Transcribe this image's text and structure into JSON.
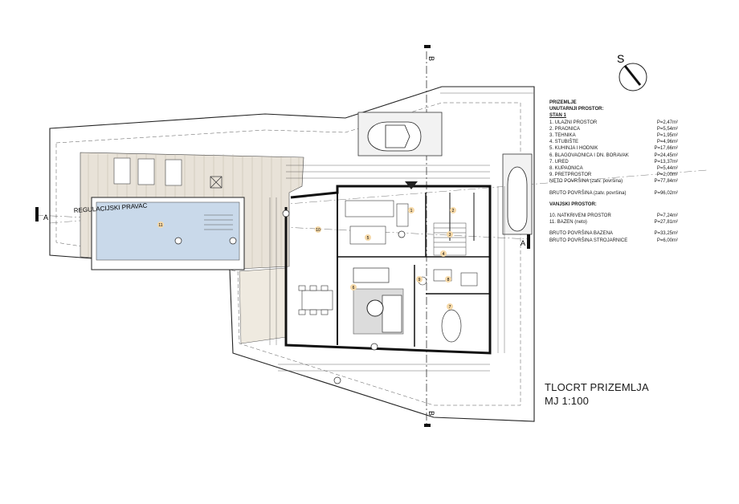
{
  "north_arrow": {
    "label": "S"
  },
  "sections": {
    "a_left": "A",
    "a_right": "A",
    "b_top": "B",
    "b_bottom": "B"
  },
  "plan_labels": {
    "regulation_line": "REGULACIJSKI PRAVAC"
  },
  "rooms": [
    {
      "number": "1"
    },
    {
      "number": "2"
    },
    {
      "number": "3"
    },
    {
      "number": "4"
    },
    {
      "number": "5"
    },
    {
      "number": "6"
    },
    {
      "number": "7"
    },
    {
      "number": "8"
    },
    {
      "number": "9"
    },
    {
      "number": "10"
    },
    {
      "number": "11"
    }
  ],
  "legend": {
    "heading": "PRIZEMLJE",
    "interior_heading": "UNUTARNJI PROSTOR:",
    "unit": "STAN 1",
    "interior_rooms": [
      {
        "name": "1. ULAZNI PROSTOR",
        "area": "P=2,47m²"
      },
      {
        "name": "2. PRAONICA",
        "area": "P=5,54m²"
      },
      {
        "name": "3. TEHNIKA",
        "area": "P=1,95m²"
      },
      {
        "name": "4. STUBIŠTE",
        "area": "P=4,96m²"
      },
      {
        "name": "5. KUHINJA I HODNIK",
        "area": "P=17,66m²"
      },
      {
        "name": "6. BLAGOVAONICA I DN. BORAVAK",
        "area": "P=24,45m²"
      },
      {
        "name": "7. URED",
        "area": "P=13,37m²"
      },
      {
        "name": "8. KUPAONICA",
        "area": "P=5,44m²"
      },
      {
        "name": "9. PRETPROSTOR",
        "area": "P=2,00m²"
      }
    ],
    "net_area": {
      "name": "NETO POVRŠINA (zatv. površina)",
      "area": "P=77,84m²"
    },
    "gross_area": {
      "name": "BRUTO POVRŠINA (zatv. površina)",
      "area": "P=96,02m²"
    },
    "exterior_heading": "VANJSKI PROSTOR:",
    "exterior_rooms": [
      {
        "name": "10. NATKRIVENI PROSTOR",
        "area": "P=7,24m²"
      },
      {
        "name": "11. BAZEN (neto)",
        "area": "P=27,81m²"
      }
    ],
    "pool_gross": {
      "name": "BRUTO POVRŠINA BAZENA",
      "area": "P=33,25m²"
    },
    "plant_gross": {
      "name": "BRUTO POVRŠINA STROJARNICE",
      "area": "P=6,00m²"
    }
  },
  "title": {
    "line1": "TLOCRT PRIZEMLJA",
    "line2": "MJ 1:100"
  }
}
